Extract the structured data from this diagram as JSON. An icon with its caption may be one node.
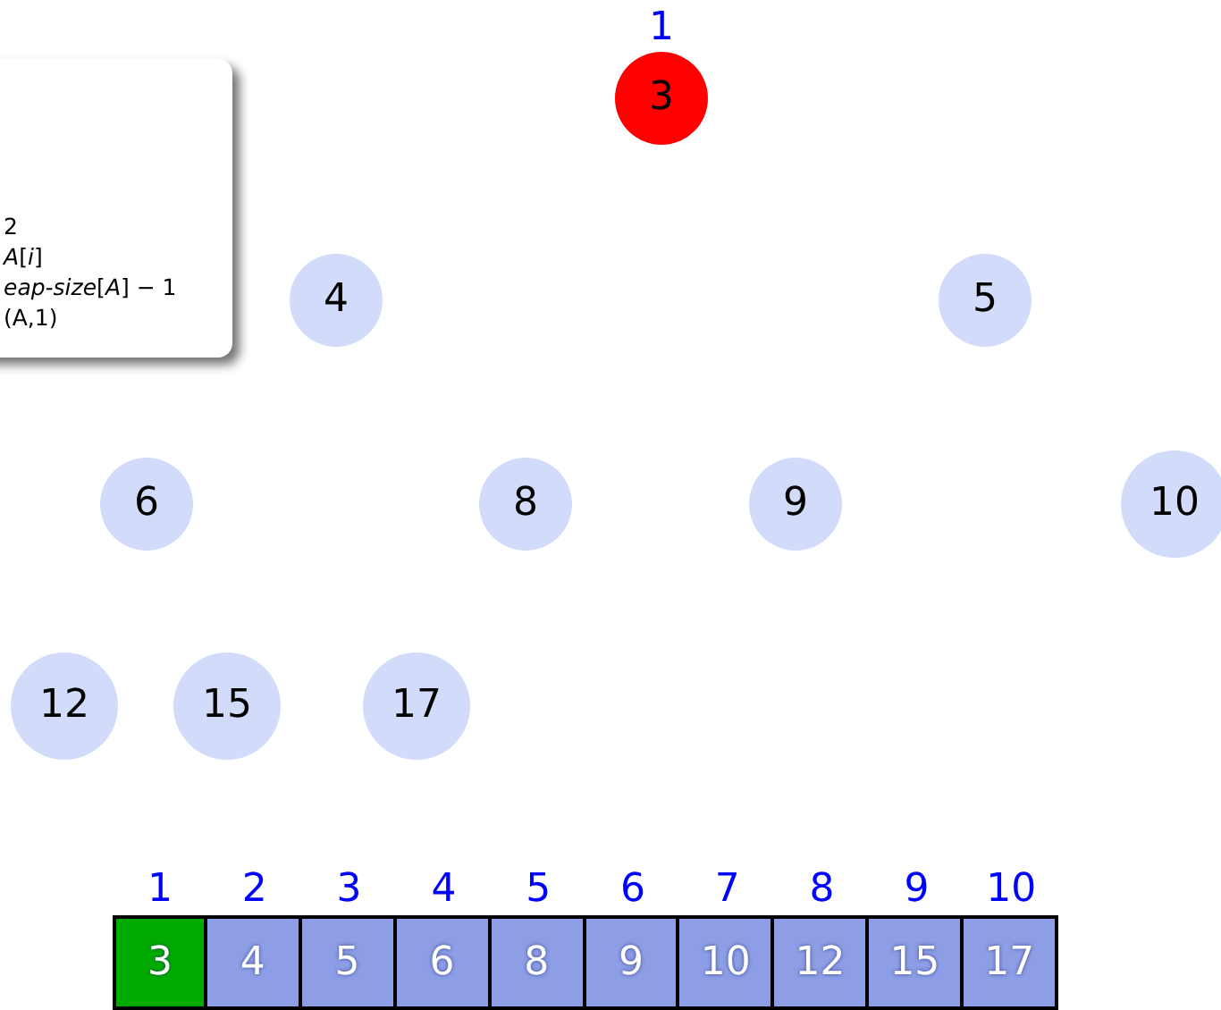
{
  "diagram": {
    "nodes": [
      {
        "text": [
          "2",
          "*A*[*i*]",
          "*eap-size*[*A*] − 1",
          "(A,1)"
        ]
      },
      {
        "text": [
          "3"
        ],
        "beside": [
          "1"
        ]
      },
      {
        "text": [
          "4"
        ]
      },
      {
        "text": [
          "5"
        ]
      },
      {
        "text": [
          "6"
        ]
      },
      {
        "text": [
          "8"
        ]
      },
      {
        "text": [
          "9"
        ]
      },
      {
        "text": [
          "10"
        ]
      },
      {
        "text": [
          "12"
        ]
      },
      {
        "text": [
          "15"
        ]
      },
      {
        "text": [
          "17"
        ]
      },
      {
        "text": [
          "3"
        ],
        "beside": [
          "1"
        ]
      },
      {
        "text": [
          "4"
        ],
        "beside": [
          "2"
        ]
      },
      {
        "text": [
          "5"
        ],
        "beside": [
          "3"
        ]
      },
      {
        "text": [
          "6"
        ],
        "beside": [
          "4"
        ]
      },
      {
        "text": [
          "8"
        ],
        "beside": [
          "5"
        ]
      },
      {
        "text": [
          "9"
        ],
        "beside": [
          "6"
        ]
      },
      {
        "text": [
          "10"
        ],
        "beside": [
          "7"
        ]
      },
      {
        "text": [
          "12"
        ],
        "beside": [
          "8"
        ]
      },
      {
        "text": [
          "15"
        ],
        "beside": [
          "9"
        ]
      },
      {
        "text": [
          "17"
        ],
        "beside": [
          "10"
        ]
      }
    ]
  }
}
